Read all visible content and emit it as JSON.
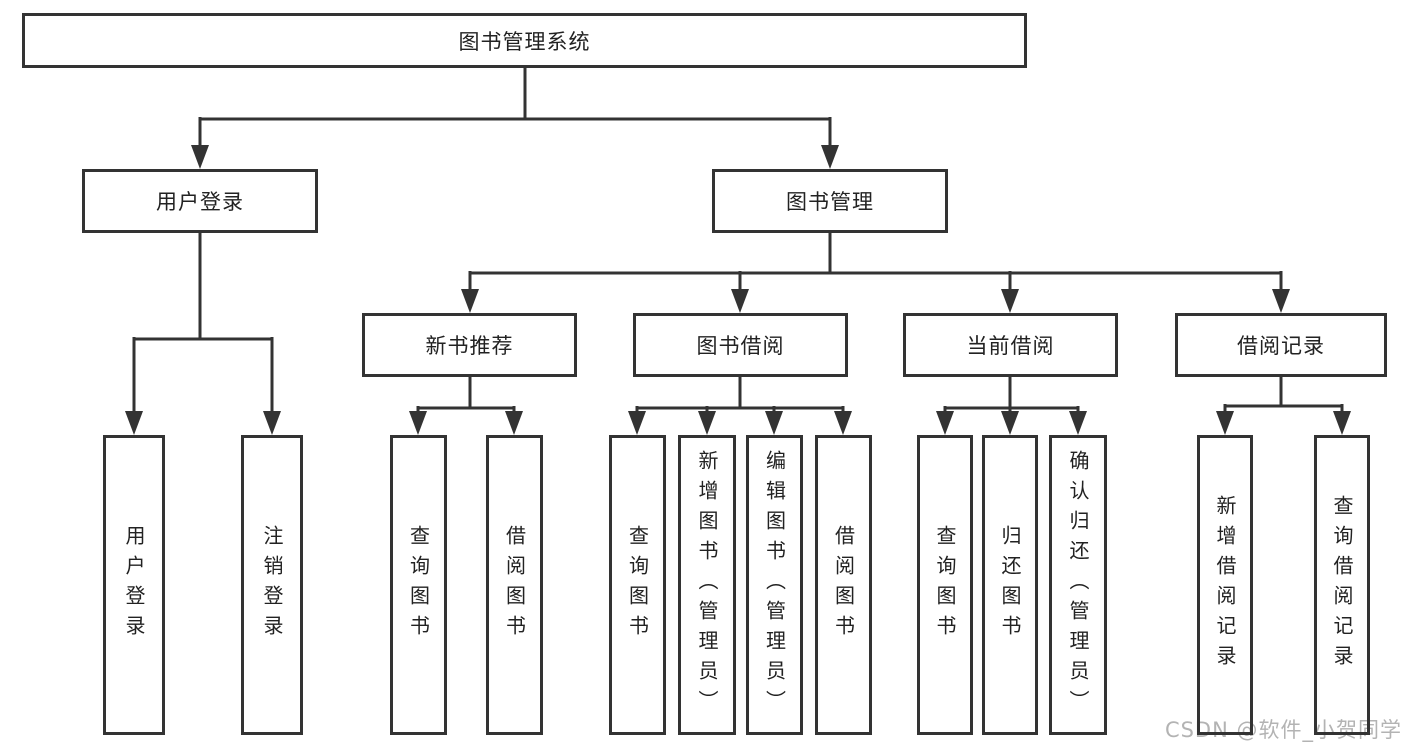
{
  "diagram": {
    "title": "图书管理系统",
    "type": "hierarchy-tree",
    "colors": {
      "line": "#333333",
      "box_border": "#333333",
      "box_background": "#ffffff",
      "text": "#222222",
      "watermark_text": "#b3b3b3"
    },
    "nodes": {
      "root": {
        "label": "图书管理系统"
      },
      "user_login": {
        "label": "用户登录"
      },
      "book_mgmt": {
        "label": "图书管理"
      },
      "new_book_rec": {
        "label": "新书推荐"
      },
      "book_borrow": {
        "label": "图书借阅"
      },
      "current_borrow": {
        "label": "当前借阅"
      },
      "borrow_records": {
        "label": "借阅记录"
      },
      "leaf_user_login": {
        "label": "用户登录"
      },
      "leaf_logout": {
        "label": "注销登录"
      },
      "leaf_rec_query": {
        "label": "查询图书"
      },
      "leaf_rec_borrow": {
        "label": "借阅图书"
      },
      "leaf_bb_query": {
        "label": "查询图书"
      },
      "leaf_bb_add": {
        "label": "新增图书（管理员）"
      },
      "leaf_bb_edit": {
        "label": "编辑图书（管理员）"
      },
      "leaf_bb_borrow": {
        "label": "借阅图书"
      },
      "leaf_cb_query": {
        "label": "查询图书"
      },
      "leaf_cb_return": {
        "label": "归还图书"
      },
      "leaf_cb_confirm": {
        "label": "确认归还（管理员）"
      },
      "leaf_br_add": {
        "label": "新增借阅记录"
      },
      "leaf_br_query": {
        "label": "查询借阅记录"
      }
    },
    "edges": [
      {
        "from": "root",
        "to": [
          "user_login",
          "book_mgmt"
        ]
      },
      {
        "from": "user_login",
        "to": [
          "leaf_user_login",
          "leaf_logout"
        ]
      },
      {
        "from": "book_mgmt",
        "to": [
          "new_book_rec",
          "book_borrow",
          "current_borrow",
          "borrow_records"
        ]
      },
      {
        "from": "new_book_rec",
        "to": [
          "leaf_rec_query",
          "leaf_rec_borrow"
        ]
      },
      {
        "from": "book_borrow",
        "to": [
          "leaf_bb_query",
          "leaf_bb_add",
          "leaf_bb_edit",
          "leaf_bb_borrow"
        ]
      },
      {
        "from": "current_borrow",
        "to": [
          "leaf_cb_query",
          "leaf_cb_return",
          "leaf_cb_confirm"
        ]
      },
      {
        "from": "borrow_records",
        "to": [
          "leaf_br_add",
          "leaf_br_query"
        ]
      }
    ],
    "watermark": "CSDN @软件_小贺同学"
  }
}
